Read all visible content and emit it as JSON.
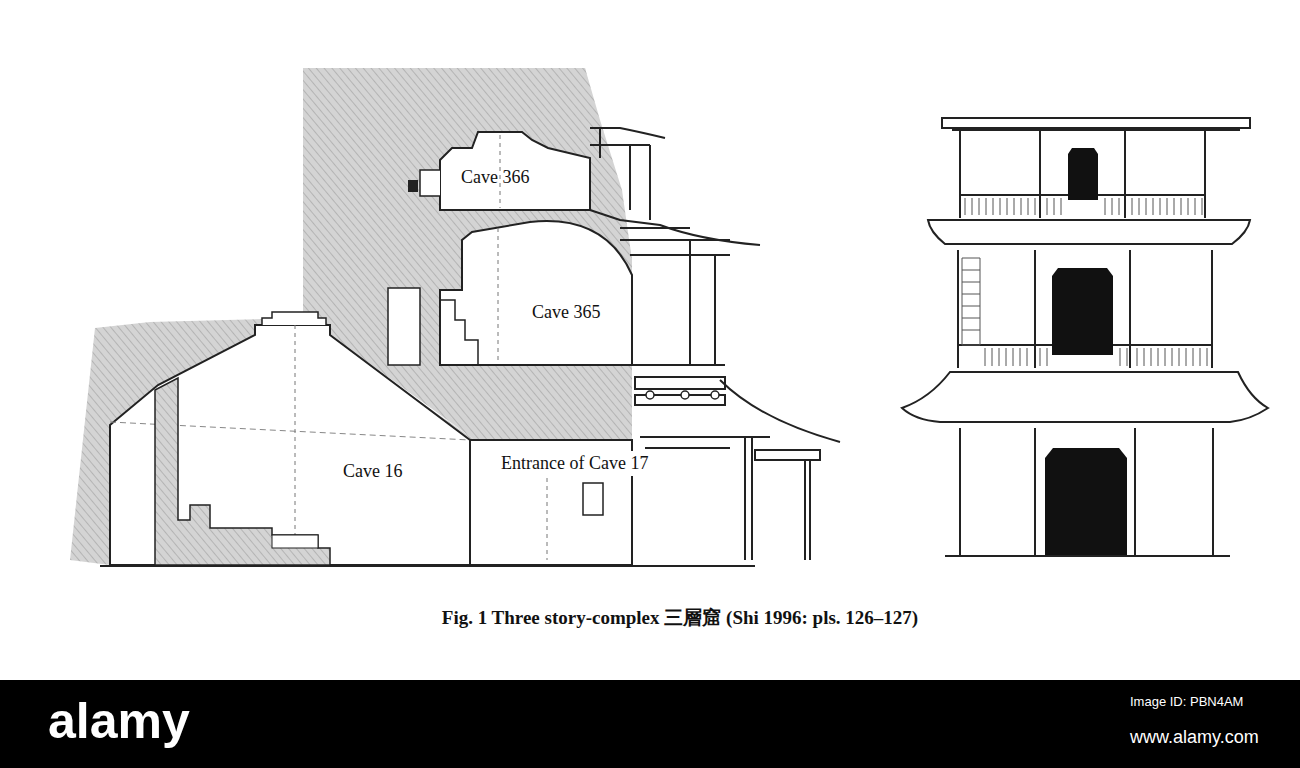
{
  "diagram": {
    "caption": "Fig. 1 Three story-complex 三層窟 (Shi 1996: pls. 126–127)",
    "labels": [
      "Cave 366",
      "Cave 365",
      "Cave 16",
      "Entrance of Cave 17",
      "alamy",
      "Image ID: PBN4AM",
      "www.alamy.com"
    ]
  }
}
